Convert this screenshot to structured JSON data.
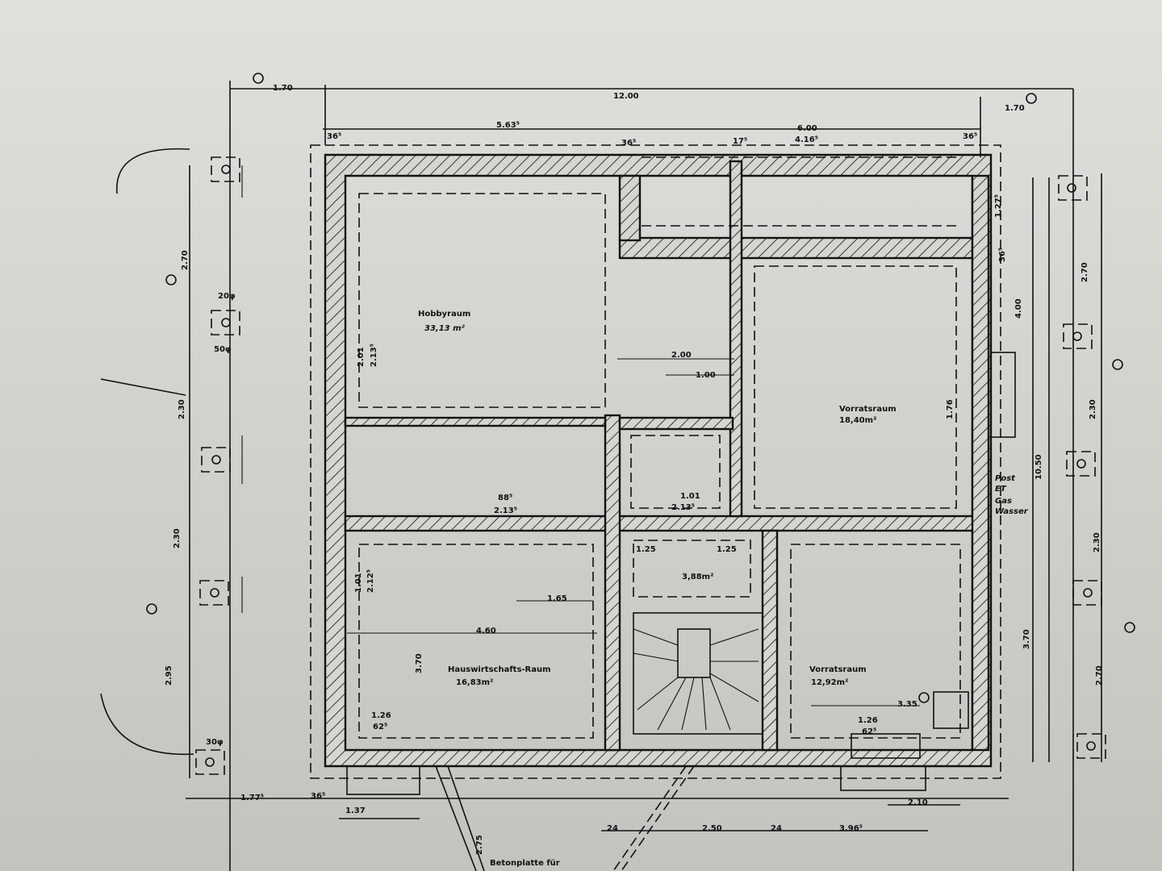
{
  "rooms": [
    {
      "name": "Hobbyraum",
      "area": "33,13 m²"
    },
    {
      "name": "Vorratsraum",
      "area": "18,40m²"
    },
    {
      "name": "Hauswirtschafts-Raum",
      "area": "16,83m²"
    },
    {
      "name": "Vorratsraum",
      "area": "12,92m²"
    },
    {
      "name": "",
      "area": "3,88m²"
    }
  ],
  "utility_labels": [
    "Post",
    "ET",
    "Gas",
    "Wasser"
  ],
  "note": "Betonplatte für",
  "dims": [
    "1.70",
    "12.00",
    "1.70",
    "5.63⁵",
    "6.00",
    "4.16⁵",
    "36⁵",
    "36⁵",
    "17⁵",
    "36⁵",
    "2.70",
    "2.30",
    "2.30",
    "2.95",
    "2.70",
    "2.30",
    "2.30",
    "2.70",
    "10.50",
    "4.00",
    "3.70",
    "1.77⁵",
    "36⁵",
    "1.37",
    "2.75",
    "2.50",
    "3.96⁵",
    "2.10",
    "24",
    "24",
    "2.00",
    "1.00",
    "4.60",
    "1.65",
    "1.25",
    "1.25",
    "1.26",
    "62⁵",
    "1.26",
    "62⁵",
    "3.35",
    "2.01",
    "2.13⁵",
    "88⁵",
    "2.13⁵",
    "1.01",
    "2.13⁵",
    "1.27⁵",
    "36⁵",
    "1.76",
    "1.01",
    "2.12⁵",
    "3.70",
    "20φ",
    "50φ",
    "30φ"
  ]
}
